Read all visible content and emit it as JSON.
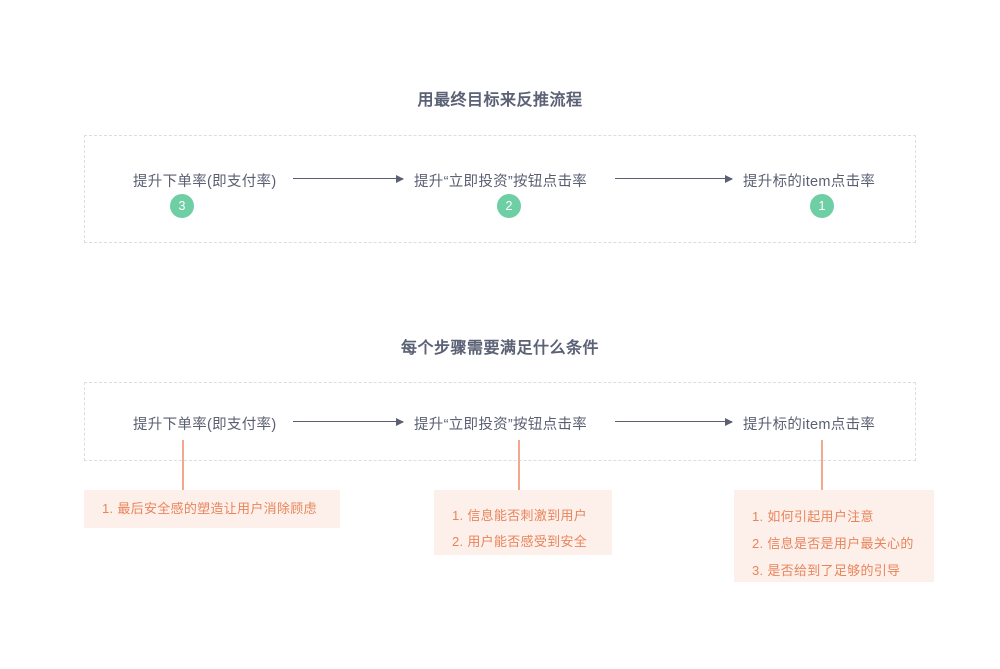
{
  "sections": [
    {
      "title": "用最终目标来反推流程",
      "nodes": [
        {
          "label": "提升下单率(即支付率)",
          "badge": "3"
        },
        {
          "label": "提升“立即投资”按钮点击率",
          "badge": "2"
        },
        {
          "label": "提升标的item点击率",
          "badge": "1"
        }
      ]
    },
    {
      "title": "每个步骤需要满足什么条件",
      "nodes": [
        {
          "label": "提升下单率(即支付率)"
        },
        {
          "label": "提升“立即投资”按钮点击率"
        },
        {
          "label": "提升标的item点击率"
        }
      ],
      "conditions": [
        {
          "lines": [
            "1. 最后安全感的塑造让用户消除顾虑"
          ]
        },
        {
          "lines": [
            "1. 信息能否刺激到用户",
            "2. 用户能否感受到安全"
          ]
        },
        {
          "lines": [
            "1. 如何引起用户注意",
            "2. 信息是否是用户最关心的",
            "3. 是否给到了足够的引导"
          ]
        }
      ]
    }
  ],
  "colors": {
    "background": "#ffffff",
    "node_text": "#5a5f72",
    "badge_green": "#6ecea4",
    "badge_text": "#ffffff",
    "arrow": "#5a5f72",
    "dashed_border": "#dcdde2",
    "drop_line": "#f2a98b",
    "condition_bg": "#fdf0ea",
    "condition_text": "#e8845c"
  }
}
